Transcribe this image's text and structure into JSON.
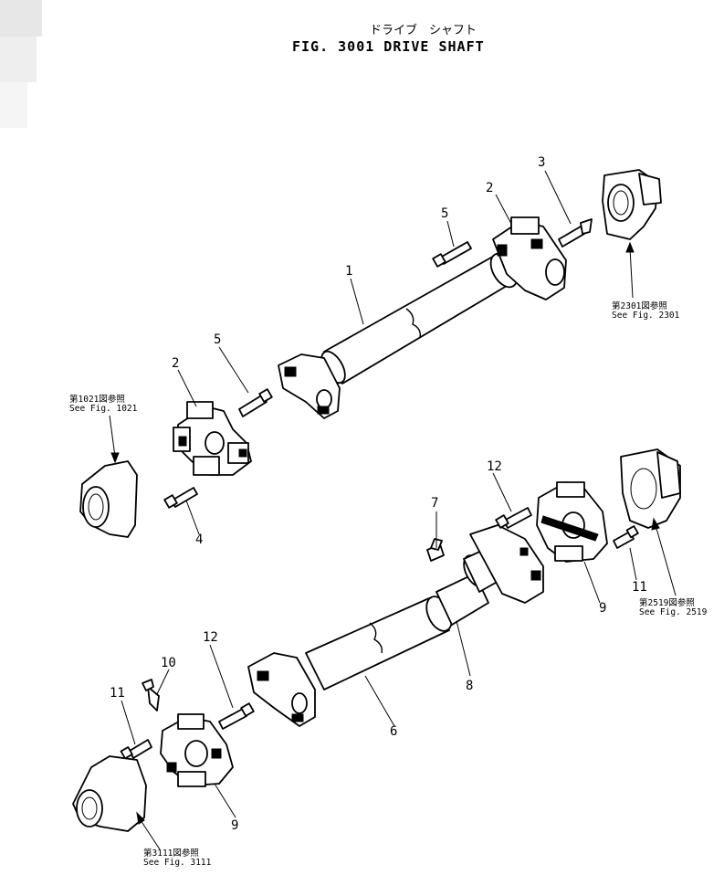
{
  "title": {
    "japanese": "ドライブ　シャフト",
    "main": "FIG. 3001  DRIVE  SHAFT"
  },
  "callouts": {
    "c1": "1",
    "c2a": "2",
    "c2b": "2",
    "c3": "3",
    "c4": "4",
    "c5a": "5",
    "c5b": "5",
    "c6": "6",
    "c7": "7",
    "c8": "8",
    "c9a": "9",
    "c9b": "9",
    "c10": "10",
    "c11a": "11",
    "c11b": "11",
    "c12a": "12",
    "c12b": "12"
  },
  "references": {
    "fig2301": {
      "jp": "第2301図参照",
      "en": "See  Fig.  2301"
    },
    "fig1021": {
      "jp": "第1021図参照",
      "en": "See  Fig.  1021"
    },
    "fig2519": {
      "jp": "第2519図参照",
      "en": "See  Fig.  2519"
    },
    "fig3111": {
      "jp": "第3111図参照",
      "en": "See  Fig.  3111"
    }
  }
}
